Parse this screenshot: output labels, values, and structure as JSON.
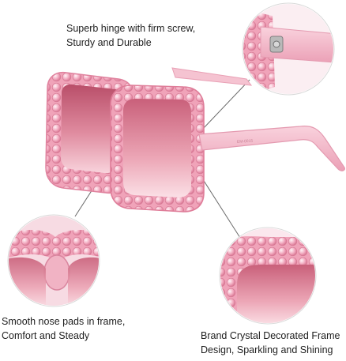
{
  "features": {
    "hinge": {
      "line1": "Superb hinge with firm screw,",
      "line2": "Sturdy and Durable"
    },
    "nose_pads": {
      "line1": "Smooth nose pads in frame,",
      "line2": "Comfort and Steady"
    },
    "frame": {
      "line1": "Brand Crystal Decorated Frame",
      "line2": "Design, Sparkling and Shining"
    }
  },
  "colors": {
    "frame_pink": "#f2a9bf",
    "frame_dark": "#e3849f",
    "lens_top": "#c9566f",
    "lens_bottom": "#f6c7d1",
    "crystal": "#f7c3d2",
    "leader_line": "#6a6a6a",
    "circle_border": "#d9d9d9"
  },
  "arm_engraving": "EM-0015"
}
